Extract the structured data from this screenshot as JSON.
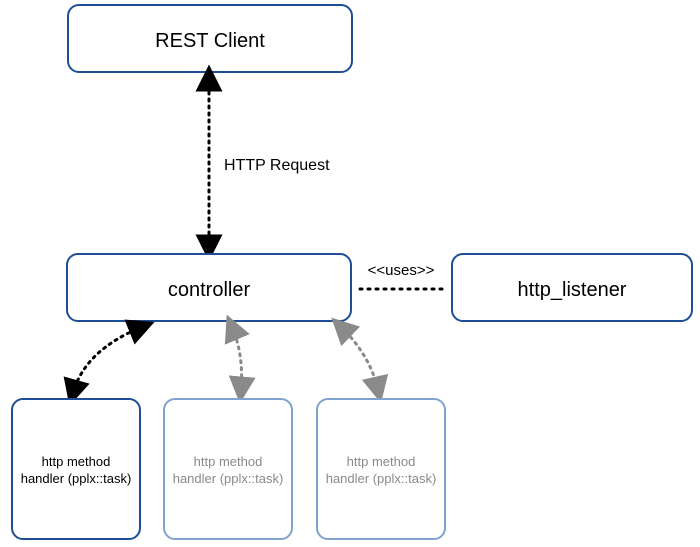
{
  "nodes": {
    "rest_client": {
      "label": "REST Client"
    },
    "controller": {
      "label": "controller"
    },
    "http_listener": {
      "label": "http_listener"
    },
    "handlers": [
      {
        "line1": "http method",
        "line2": "handler (pplx::task)",
        "style": "active"
      },
      {
        "line1": "http method",
        "line2": "handler (pplx::task)",
        "style": "faded"
      },
      {
        "line1": "http method",
        "line2": "handler (pplx::task)",
        "style": "faded"
      }
    ]
  },
  "edges": {
    "http_request_label": "HTTP Request",
    "uses_label": "<<uses>>"
  },
  "colors": {
    "active_border": "#1f4e96",
    "faded_border": "#7fa3cc",
    "active_arrow": "#000000",
    "faded_arrow": "#8a8a8a"
  }
}
